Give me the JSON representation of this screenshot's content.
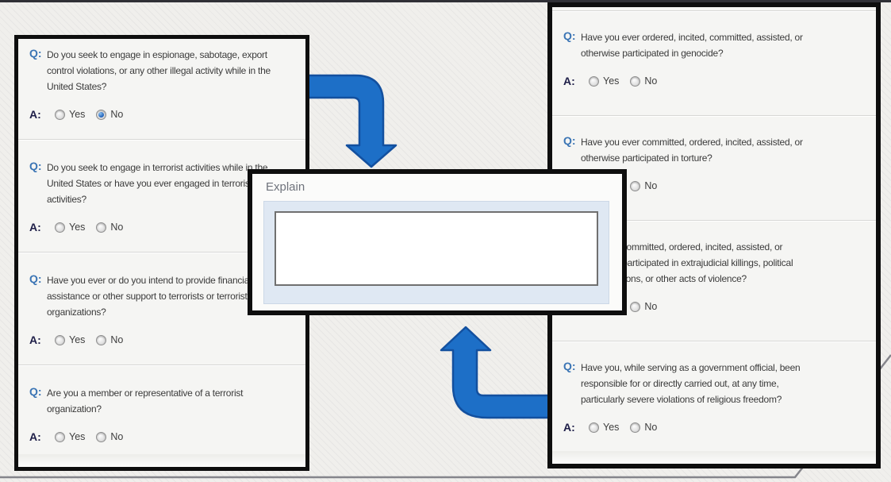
{
  "labels": {
    "q_prefix": "Q:",
    "a_prefix": "A:",
    "yes": "Yes",
    "no": "No"
  },
  "left_panel": {
    "questions": [
      {
        "text": "Do you seek to engage in espionage, sabotage, export\ncontrol violations, or any other illegal activity while in the\nUnited States?",
        "selected_answer": "No",
        "checked_yes": false,
        "checked_no": true
      },
      {
        "text": "Do you seek to engage in terrorist activities while in the\nUnited States or have you ever engaged in terrorist\nactivities?",
        "selected_answer": "",
        "checked_yes": false,
        "checked_no": false
      },
      {
        "text": "Have you ever or do you intend to provide financial\nassistance or other support to terrorists or terrorist\norganizations?",
        "selected_answer": "",
        "checked_yes": false,
        "checked_no": false
      },
      {
        "text": "Are you a member or representative of a terrorist\norganization?",
        "selected_answer": "",
        "checked_yes": false,
        "checked_no": false
      }
    ]
  },
  "right_panel": {
    "questions": [
      {
        "text": "Have you ever ordered, incited, committed, assisted, or\notherwise participated in genocide?",
        "selected_answer": "",
        "checked_yes": false,
        "checked_no": false
      },
      {
        "text": "Have you ever committed, ordered, incited, assisted, or\notherwise participated in torture?",
        "selected_answer": "",
        "checked_yes": false,
        "checked_no": false
      },
      {
        "text": "Have you committed, ordered, incited, assisted, or\notherwise participated in extrajudicial killings, political\nassassinations, or other acts of violence?",
        "selected_answer": "",
        "checked_yes": false,
        "checked_no": false
      },
      {
        "text": "Have you, while serving as a government official, been\nresponsible for or directly carried out, at any time,\nparticularly severe violations of religious freedom?",
        "selected_answer": "",
        "checked_yes": false,
        "checked_no": false
      }
    ]
  },
  "explain_dialog": {
    "title": "Explain",
    "textarea_value": ""
  },
  "icons": {
    "down_arrow": "flow-arrow-down-icon",
    "up_arrow": "flow-arrow-up-icon"
  },
  "colors": {
    "arrow_fill": "#1d6fc7",
    "arrow_stroke": "#13509f",
    "q_mark": "#3a74b4",
    "a_mark": "#1d1d47",
    "panel_border": "#0e0e0e",
    "radio_selected": "#1d5fb8",
    "explain_box_bg": "#dfe8f3"
  }
}
